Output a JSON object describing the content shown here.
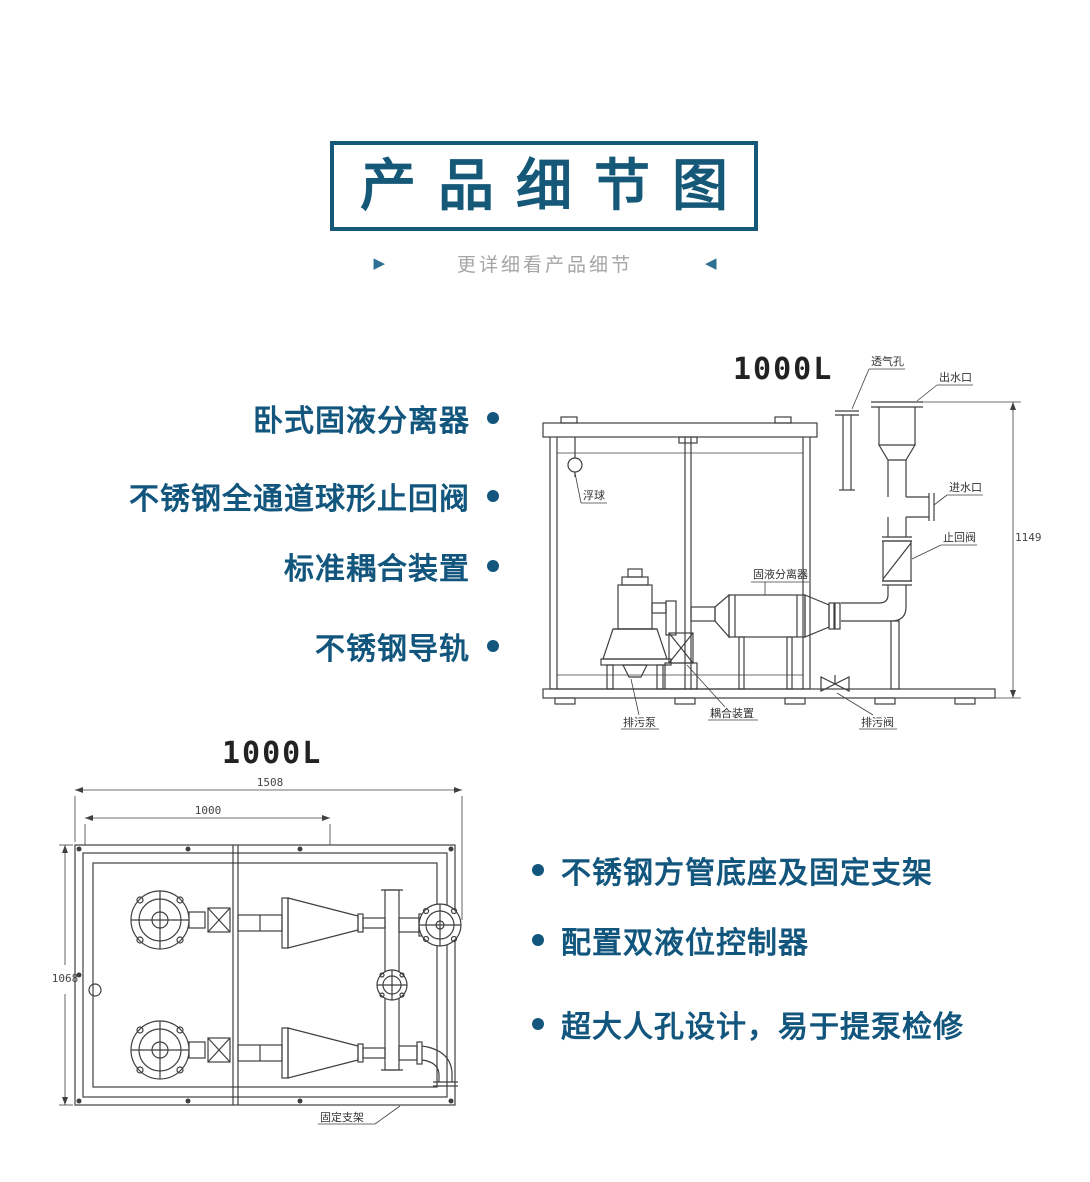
{
  "header": {
    "title": "产品细节图",
    "subtitle": "更详细看产品细节",
    "arrow_left": "▶",
    "arrow_right": "◀"
  },
  "features_left": {
    "items": [
      "卧式固液分离器",
      "不锈钢全通道球形止回阀",
      "标准耦合装置",
      "不锈钢导轨"
    ]
  },
  "features_right": {
    "items": [
      "不锈钢方管底座及固定支架",
      "配置双液位控制器",
      "超大人孔设计，易于提泵检修"
    ]
  },
  "side_view": {
    "label": "1000L",
    "dimensions": {
      "height": "1149"
    },
    "annotations": {
      "vent": "透气孔",
      "outlet": "出水口",
      "inlet": "进水口",
      "check_valve": "止回阀",
      "float_ball": "浮球",
      "separator": "固液分离器",
      "sewage_pump": "排污泵",
      "coupling": "耦合装置",
      "drain_valve": "排污阀"
    }
  },
  "top_view": {
    "label": "1000L",
    "dimensions": {
      "overall_width": "1508",
      "opening_width": "1000",
      "depth": "1068"
    },
    "annotations": {
      "bracket": "固定支架"
    }
  },
  "colors": {
    "primary": "#12567E",
    "diagram_line": "#3F3F3F",
    "subtitle_gray": "#A5A5A5",
    "dimension_text": "#444444"
  }
}
